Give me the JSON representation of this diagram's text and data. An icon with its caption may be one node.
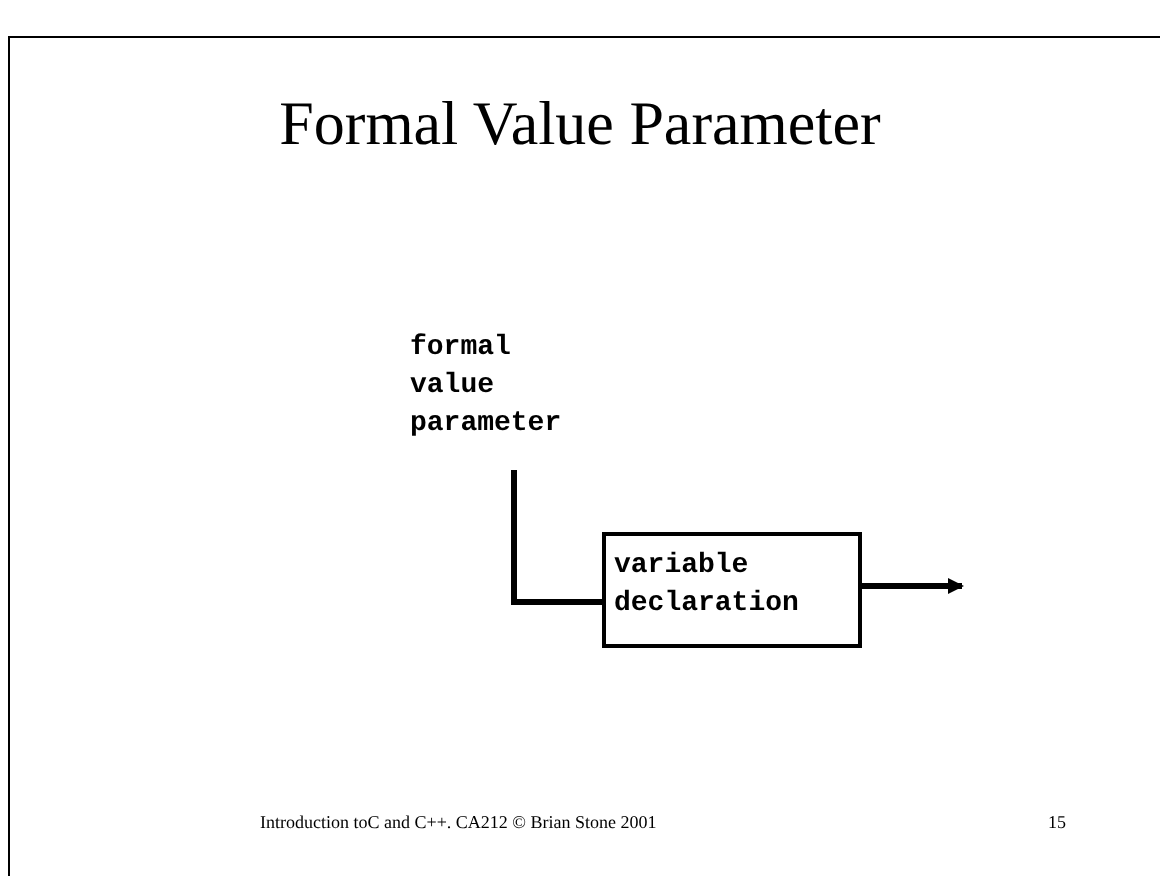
{
  "diagram": {
    "title": "Formal Value Parameter",
    "nodes": [
      {
        "text": [
          "formal value parameter"
        ]
      },
      {
        "text": [
          "variable declaration"
        ]
      }
    ],
    "edges": [
      {
        "from": 0,
        "to": 1,
        "arrow": "none"
      },
      {
        "from": 1,
        "to": null,
        "arrow": "to"
      }
    ],
    "labels": [
      "Introduction toC and C++. CA212 © Brian Stone 2001",
      "15"
    ]
  }
}
